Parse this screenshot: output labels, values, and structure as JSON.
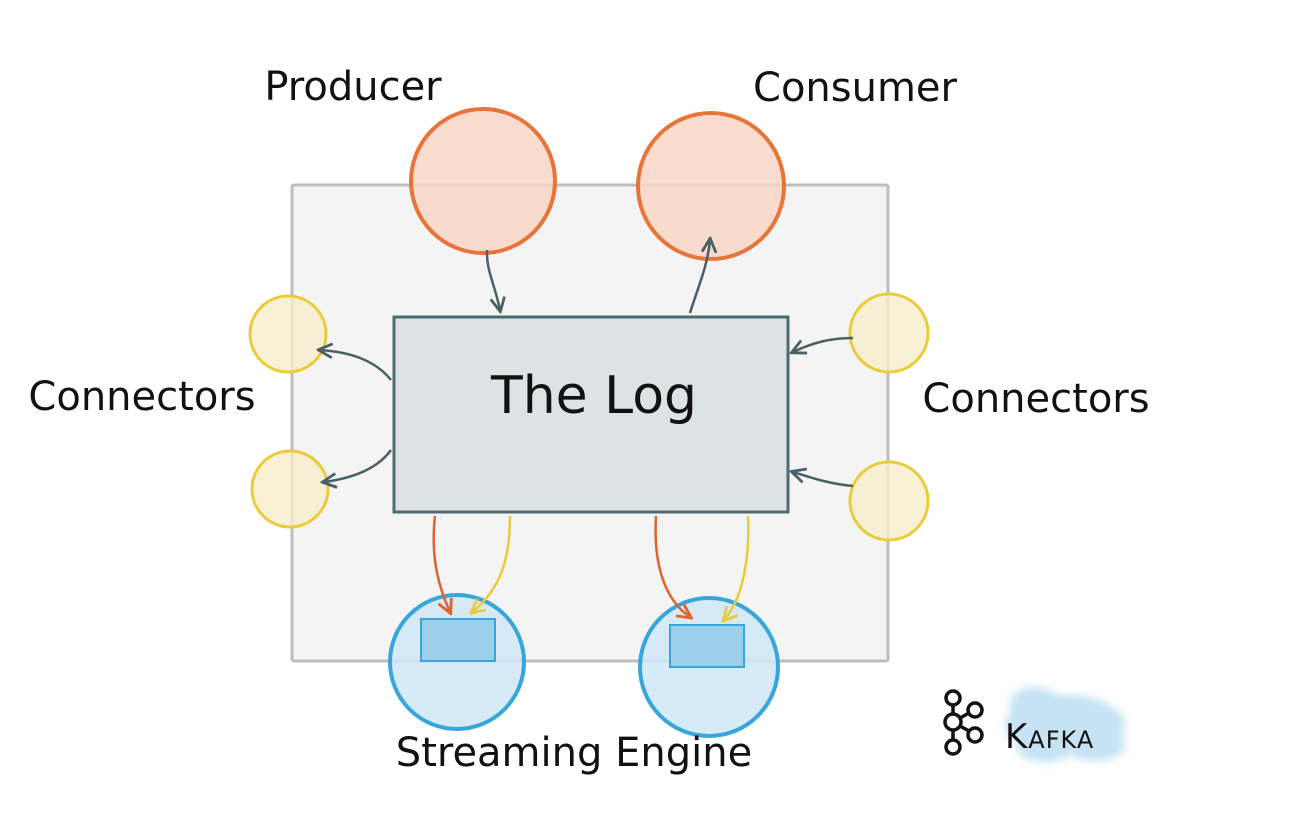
{
  "labels": {
    "producer": "Producer",
    "consumer": "Consumer",
    "connectors_left": "Connectors",
    "connectors_right": "Connectors",
    "log": "The Log",
    "streaming_engine": "Streaming Engine"
  },
  "logo": {
    "text": "Kafka",
    "icon": "kafka-logo-icon"
  },
  "colors": {
    "producer_consumer": "#E8743B",
    "connectors": "#EACB3A",
    "streaming_engine": "#38A6DA",
    "log_fill": "#DDE3E4",
    "log_stroke": "#4F6A6F",
    "arrow": "#4A6066"
  }
}
